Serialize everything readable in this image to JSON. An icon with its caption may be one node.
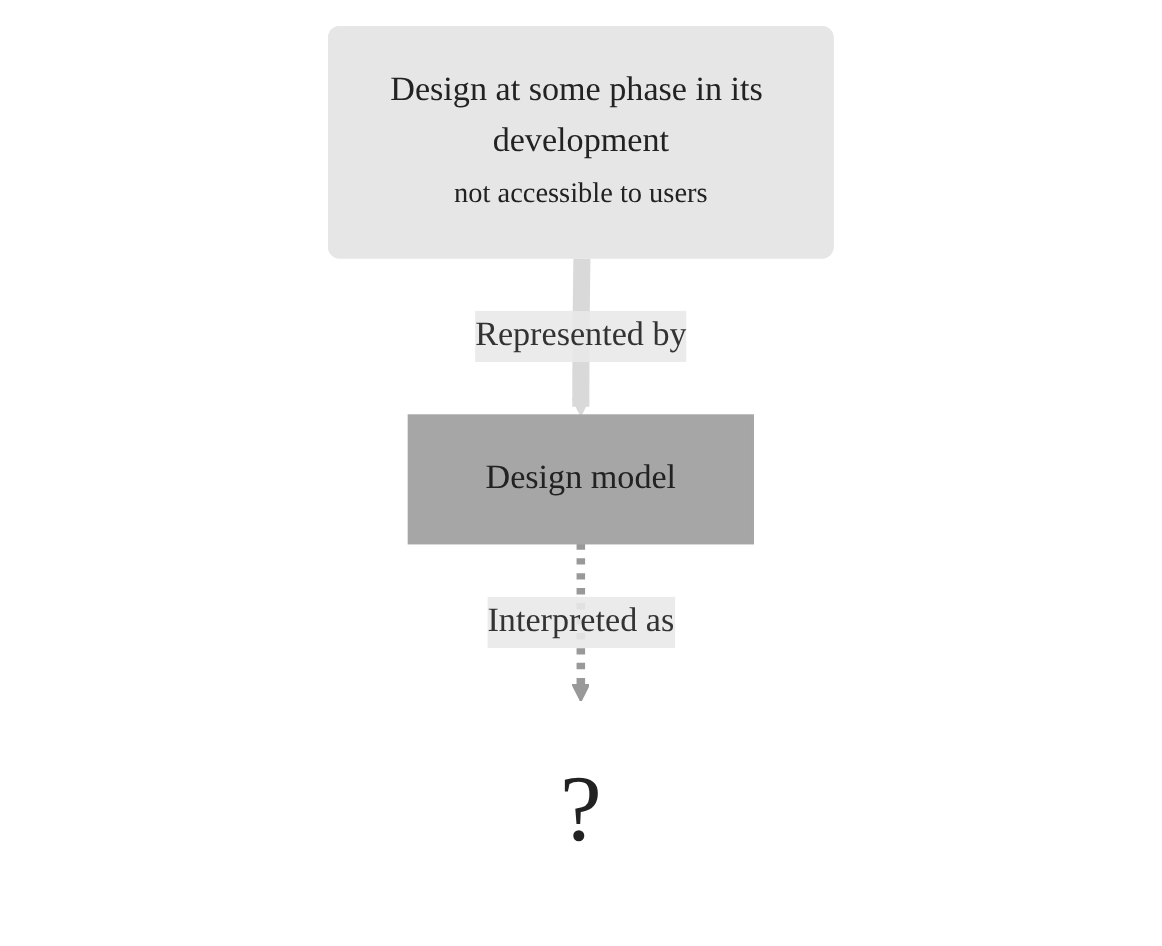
{
  "diagram": {
    "nodes": [
      {
        "text": [
          "Design at some phase in its development",
          "not accessible to users"
        ]
      },
      {
        "text": [
          "Design model"
        ]
      },
      {
        "text": [
          "?"
        ]
      }
    ],
    "edges": [
      {
        "from": 0,
        "to": 1,
        "arrow": "to",
        "label": "Represented by",
        "style": "thick",
        "color": "#d9d9d9"
      },
      {
        "from": 1,
        "to": 2,
        "arrow": "to",
        "label": "Interpreted as",
        "style": "dashed",
        "color": "#999999"
      }
    ]
  }
}
